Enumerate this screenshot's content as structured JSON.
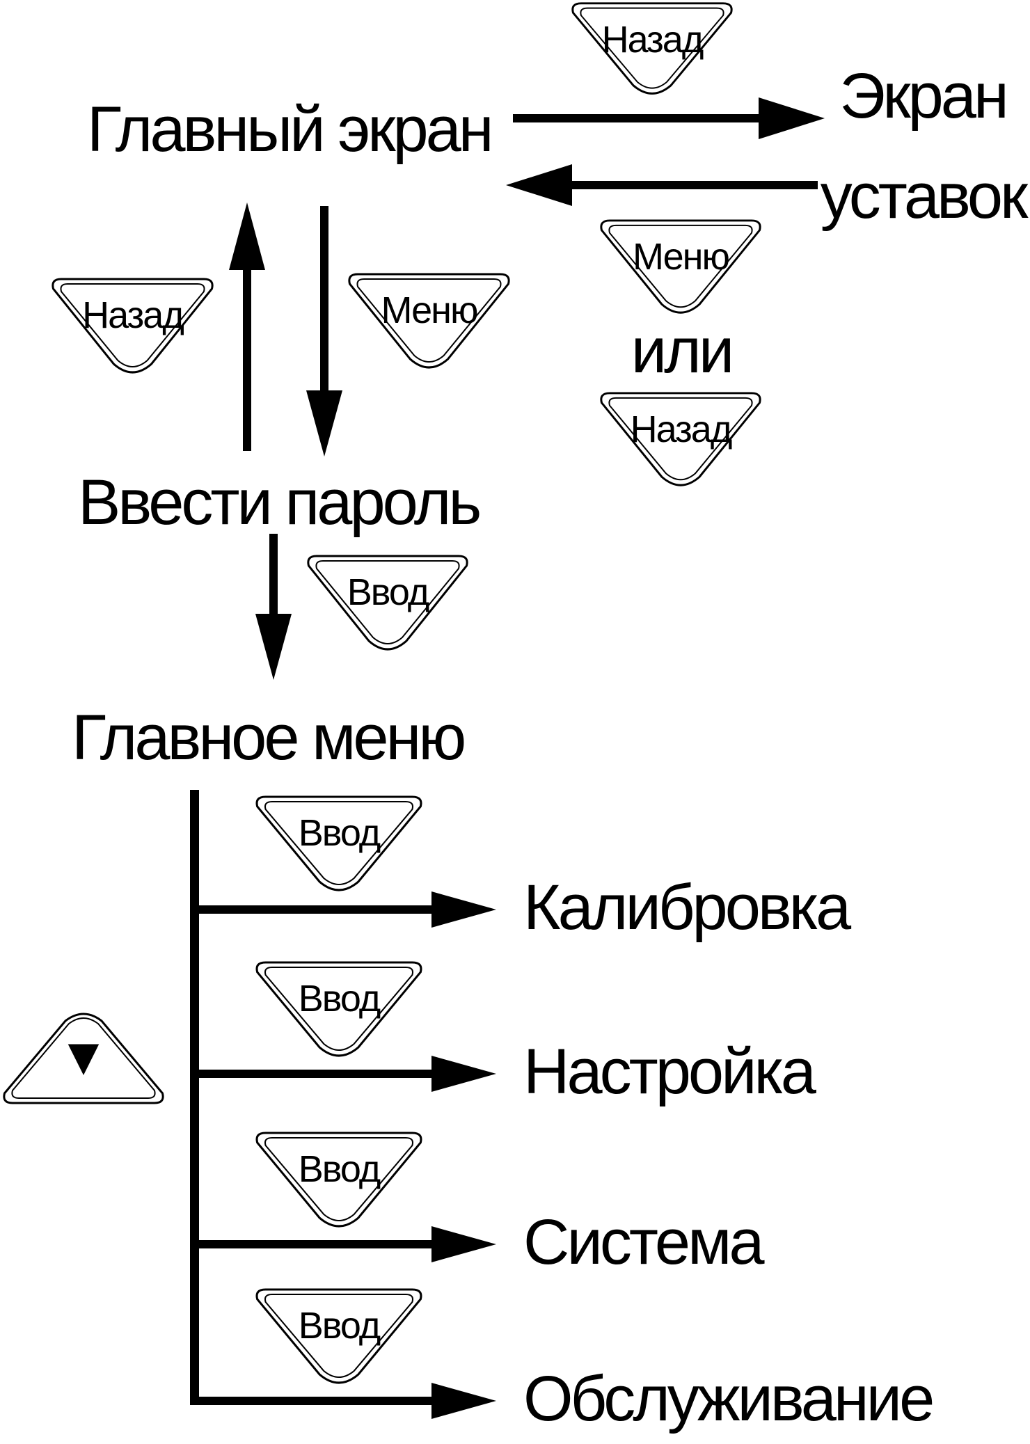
{
  "page": {
    "background": "#ffffff",
    "foreground": "#000000"
  },
  "diagram": {
    "nodes": {
      "main_screen": "Главный экран",
      "setpoints_screen_line1": "Экран",
      "setpoints_screen_line2": "уставок",
      "enter_password": "Ввести пароль",
      "main_menu": "Главное меню"
    },
    "or_label": "или",
    "menu_items": [
      "Калибровка",
      "Настройка",
      "Система",
      "Обслуживание"
    ],
    "keys": {
      "back": "Назад",
      "menu": "Меню",
      "enter": "Ввод",
      "down_glyph": "▼"
    }
  }
}
